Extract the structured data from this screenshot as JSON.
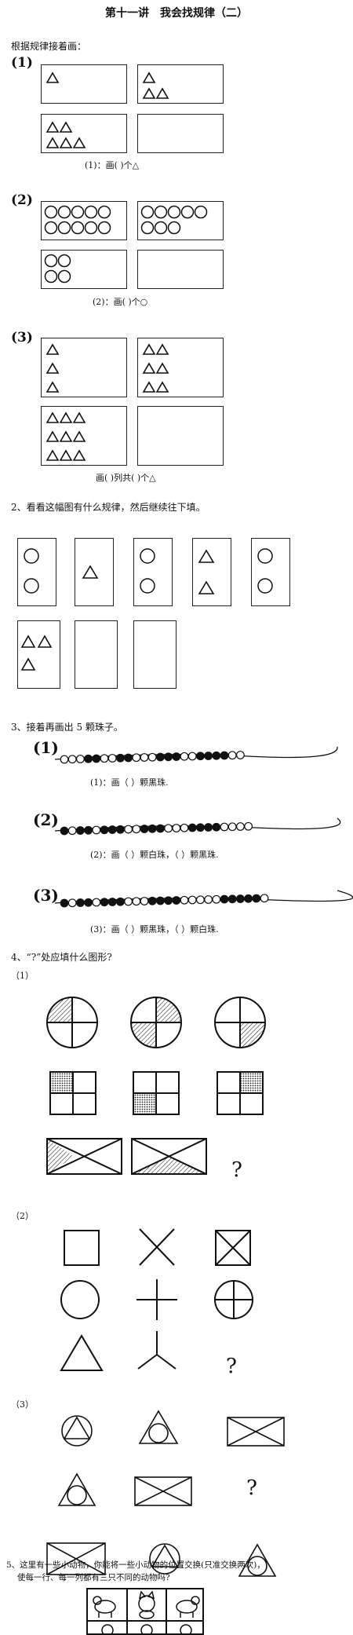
{
  "title": "第十一讲　我会找规律（二）",
  "s1": {
    "intro": "根据规律接着画：",
    "labels": [
      "(1)",
      "(2)",
      "(3)"
    ],
    "captions": [
      "(1)：画(    )个△",
      "(2)：画(    )个○",
      "画(    )列共(    )个△"
    ]
  },
  "s2": {
    "heading": "2、看看这幅图有什么规律，然后继续往下填。"
  },
  "s3": {
    "heading": "3、接着再画出 5 颗珠子。",
    "labels": [
      "(1)",
      "(2)",
      "(3)"
    ],
    "captions": [
      "(1)：画（  ）颗黑珠.",
      "(2)：画（  ）颗白珠，（  ）颗黑珠.",
      "(3)：画（  ）颗黑珠，（  ）颗白珠."
    ],
    "beads": [
      [
        0,
        0,
        0,
        1,
        1,
        0,
        0,
        1,
        1,
        0,
        0,
        0,
        1,
        1,
        1,
        0,
        0,
        1,
        1,
        1,
        1,
        0,
        0
      ],
      [
        1,
        0,
        1,
        1,
        0,
        1,
        1,
        1,
        0,
        0,
        1,
        1,
        1,
        0,
        0,
        0,
        1,
        1,
        1,
        1,
        0,
        0,
        0,
        0
      ],
      [
        1,
        0,
        1,
        1,
        0,
        1,
        1,
        1,
        0,
        0,
        0,
        1,
        1,
        1,
        1,
        0,
        0,
        0,
        0,
        0,
        1,
        1,
        1,
        1,
        1,
        0
      ]
    ]
  },
  "s4": {
    "heading": "4、“?”处应填什么图形?",
    "labels": [
      "（1）",
      "（2）",
      "（3）"
    ],
    "question_mark": "?"
  },
  "s5": {
    "line1": "5、这里有一些小动物，你能将一些小动物的位置交换(只准交换两次)，",
    "line2": "使每一行、每一列都有三只不同的动物吗?"
  }
}
